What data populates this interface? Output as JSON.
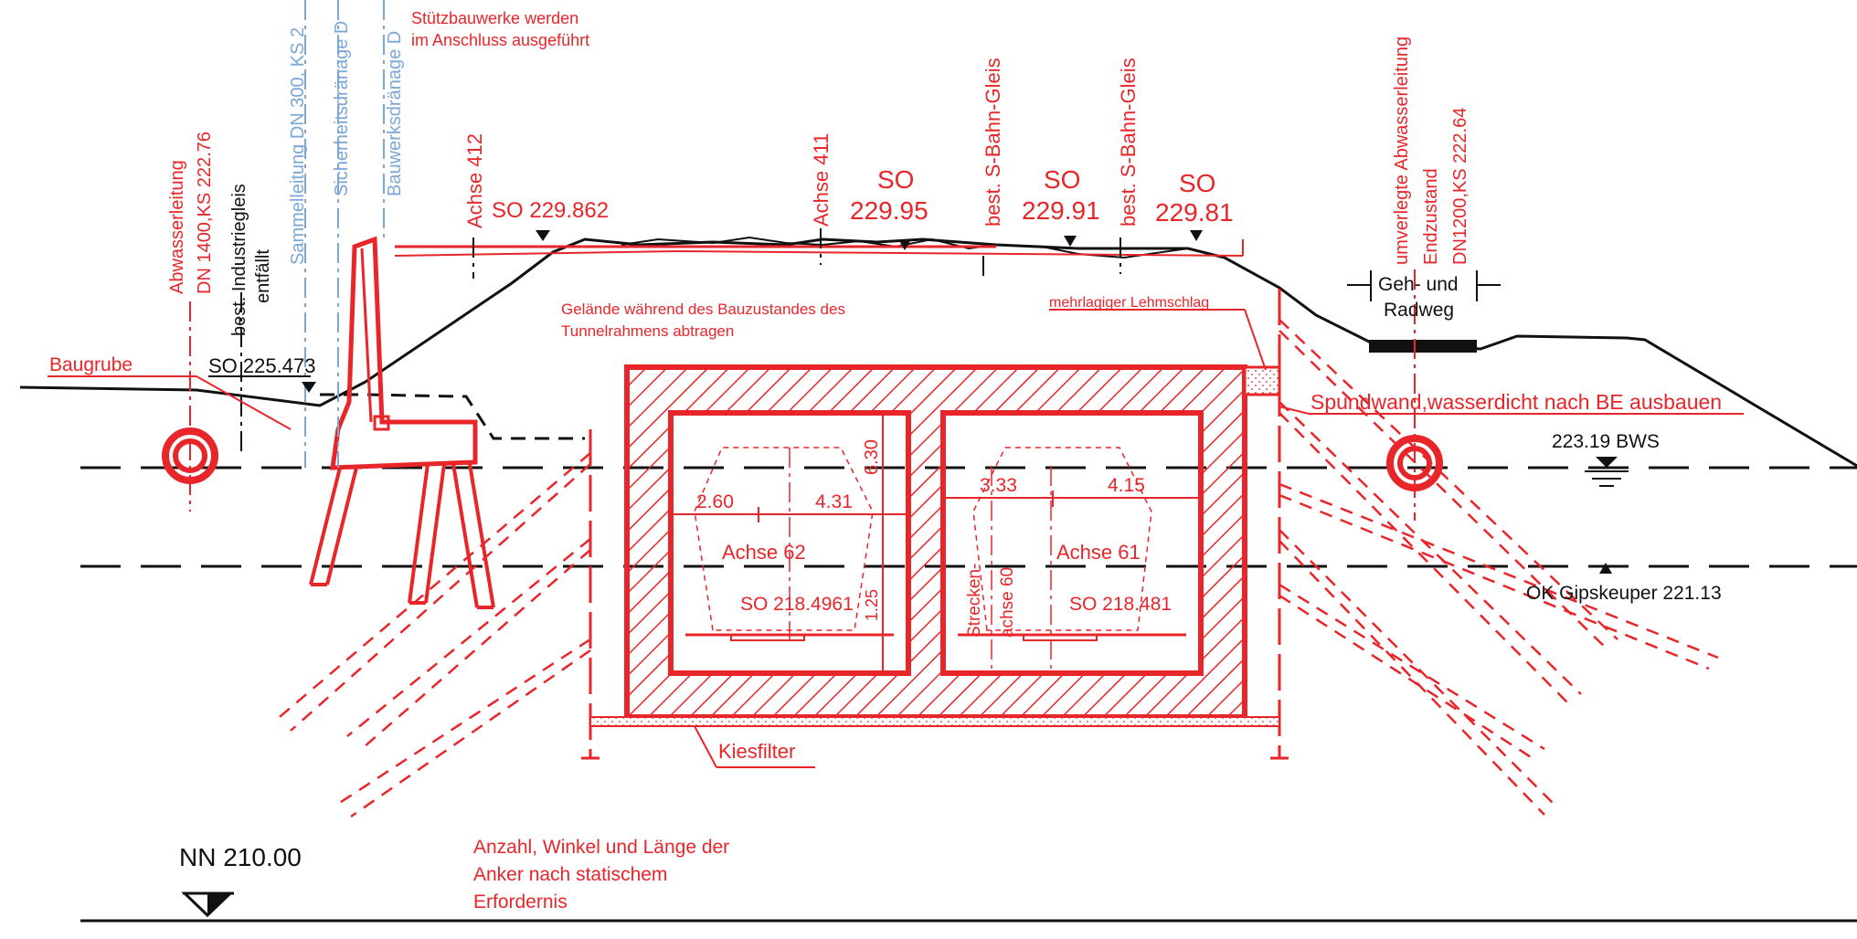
{
  "colors": {
    "red": "#e8262a",
    "black": "#111111",
    "blue": "#7aa7d8",
    "background": "#ffffff"
  },
  "labels": {
    "stuetzbauwerke_1": "Stützbauwerke werden",
    "stuetzbauwerke_2": "im Anschluss ausgeführt",
    "sammelleitung": "Sammelleitung DN 300, KS 2",
    "sicherheitsdraenage": "Sicherheitsdränage D",
    "bauwerksdraenage": "Bauwerksdränage D",
    "abwasserleitung_1": "Abwasserleitung",
    "abwasserleitung_2": "DN 1400,KS 222.76",
    "industriegleis_1": "best. Industriegleis",
    "industriegleis_2": "entfällt",
    "baugrube": "Baugrube",
    "so_225": "SO 225.473",
    "achse_412": "Achse 412",
    "so_229_862": "SO 229.862",
    "achse_411": "Achse 411",
    "so_label_1": "SO",
    "so_229_95": "229.95",
    "sbahn_1": "best. S-Bahn-Gleis",
    "so_label_2": "SO",
    "so_229_91": "229.91",
    "sbahn_2": "best. S-Bahn-Gleis",
    "so_label_3": "SO",
    "so_229_81": "229.81",
    "umverlegte_1": "umverlegte Abwasserleitung",
    "umverlegte_2": "Endzustand",
    "umverlegte_3": "DN1200,KS 222.64",
    "geh_rad_1": "Geh- und",
    "geh_rad_2": "Radweg",
    "gelaende_1": "Gelände während des Bauzustandes des",
    "gelaende_2": "Tunnelrahmens abtragen",
    "lehmschlag": "mehrlagiger Lehmschlag",
    "spundwand": "Spundwand,wasserdicht nach BE ausbauen",
    "bws": "223.19 BWS",
    "dim_630": "6.30",
    "dim_260": "2.60",
    "dim_431": "4.31",
    "achse_62": "Achse 62",
    "so_218_4961": "SO 218.4961",
    "dim_125": "1.25",
    "dim_333": "3.33",
    "dim_415": "4.15",
    "strecken_1": "Strecken-",
    "strecken_2": "achse 60",
    "achse_61": "Achse 61",
    "so_218_481": "SO 218.481",
    "gipskeuper": "OK Gipskeuper 221.13",
    "kiesfilter": "Kiesfilter",
    "nn": "NN 210.00",
    "anker_1": "Anzahl, Winkel und Länge der",
    "anker_2": "Anker nach statischem",
    "anker_3": "Erfordernis"
  }
}
